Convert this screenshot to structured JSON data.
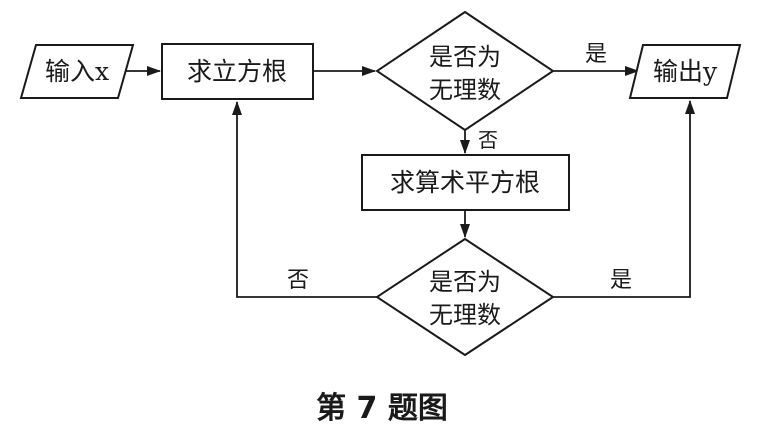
{
  "flowchart": {
    "input_label": "输入x",
    "cube_root_label": "求立方根",
    "decision_top": {
      "line1": "是否为",
      "line2": "无理数"
    },
    "output_label": "输出y",
    "sqrt_label": "求算术平方根",
    "decision_bottom": {
      "line1": "是否为",
      "line2": "无理数"
    },
    "edge_labels": {
      "top_yes": "是",
      "top_no": "否",
      "bottom_no": "否",
      "bottom_yes": "是"
    }
  },
  "caption": "第 7 题图"
}
